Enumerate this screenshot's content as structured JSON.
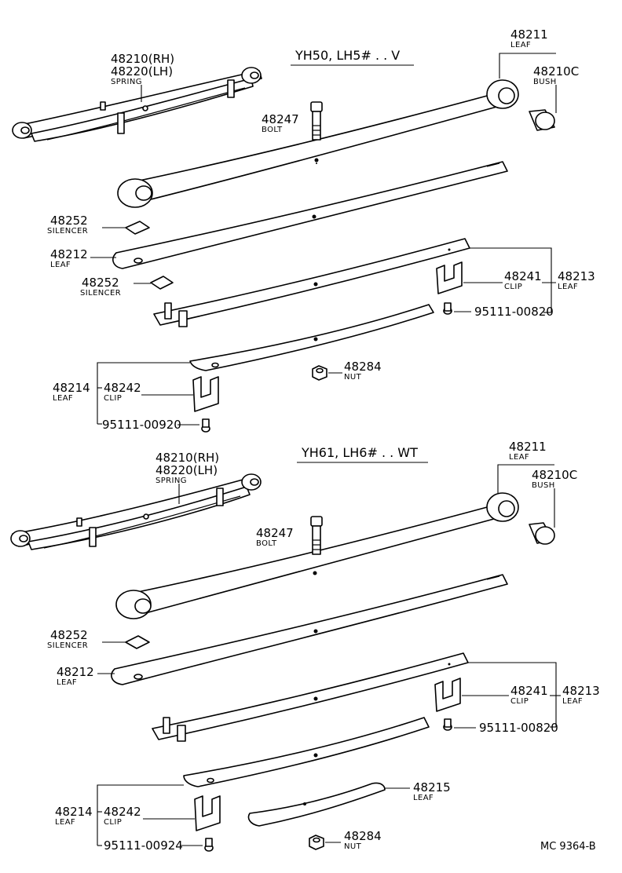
{
  "figure_code": "MC  9364-B",
  "sections": [
    {
      "title": "YH50, LH5# . . V",
      "labels": {
        "spring_num": "48210(RH)",
        "spring_num2": "48220(LH)",
        "spring_name": "SPRING",
        "leaf_top_num": "48211",
        "leaf_top_name": "LEAF",
        "bush_num": "48210C",
        "bush_name": "BUSH",
        "bolt_num": "48247",
        "bolt_name": "BOLT",
        "silencer1_num": "48252",
        "silencer1_name": "SILENCER",
        "leaf2_num": "48212",
        "leaf2_name": "LEAF",
        "silencer2_num": "48252",
        "silencer2_name": "SILENCER",
        "clip1_num": "48241",
        "clip1_name": "CLIP",
        "leaf3_num": "48213",
        "leaf3_name": "LEAF",
        "rivet1_num": "95111-00820",
        "nut_num": "48284",
        "nut_name": "NUT",
        "leaf4_num": "48214",
        "leaf4_name": "LEAF",
        "clip2_num": "48242",
        "clip2_name": "CLIP",
        "rivet2_num": "95111-00920"
      }
    },
    {
      "title": "YH61, LH6# . . WT",
      "labels": {
        "spring_num": "48210(RH)",
        "spring_num2": "48220(LH)",
        "spring_name": "SPRING",
        "leaf_top_num": "48211",
        "leaf_top_name": "LEAF",
        "bush_num": "48210C",
        "bush_name": "BUSH",
        "bolt_num": "48247",
        "bolt_name": "BOLT",
        "silencer1_num": "48252",
        "silencer1_name": "SILENCER",
        "leaf2_num": "48212",
        "leaf2_name": "LEAF",
        "clip1_num": "48241",
        "clip1_name": "CLIP",
        "leaf3_num": "48213",
        "leaf3_name": "LEAF",
        "rivet1_num": "95111-00820",
        "leaf4_num": "48214",
        "leaf4_name": "LEAF",
        "clip2_num": "48242",
        "clip2_name": "CLIP",
        "rivet2_num": "95111-00924",
        "leaf5_num": "48215",
        "leaf5_name": "LEAF",
        "nut_num": "48284",
        "nut_name": "NUT"
      }
    }
  ]
}
